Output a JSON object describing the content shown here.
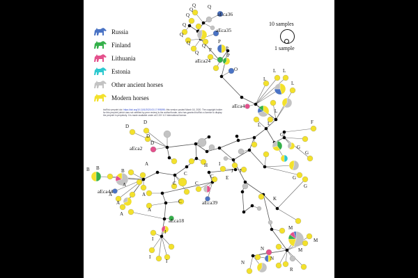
{
  "legend": [
    {
      "label": "Russia",
      "color": "#4a73c4",
      "icon": "horse-icon"
    },
    {
      "label": "Finland",
      "color": "#35b04a",
      "icon": "horse-icon"
    },
    {
      "label": "Lithuania",
      "color": "#e4508c",
      "icon": "horse-icon"
    },
    {
      "label": "Estonia",
      "color": "#2ec8cf",
      "icon": "horse-icon"
    },
    {
      "label": "Other ancient horses",
      "color": "#c3c3c3",
      "icon": "horse-icon"
    },
    {
      "label": "Modern horses",
      "color": "#f3e12c",
      "icon": "horse-icon"
    }
  ],
  "scale": {
    "large_label": "10 samples",
    "small_label": "1 sample"
  },
  "note": {
    "prefix": "bioRxiv preprint doi:",
    "link": "https://doi.org/10.1101/2020.03.17.995095",
    "suffix": "; this version posted March 18, 2020. The copyright holder for this preprint (which was not certified by peer review) is the author/funder, who has granted bioRxiv a license to display the preprint in perpetuity. It is made available under aCC-BY 4.0 International license."
  },
  "sample_labels": [
    "aEca36",
    "aEca35",
    "aEca24",
    "aEca4",
    "aEca2",
    "aEca44",
    "aEca39",
    "aEca18"
  ],
  "haplogroup_labels": [
    "Q",
    "Q",
    "Q",
    "Q",
    "Q",
    "Q",
    "Q",
    "Q",
    "Q",
    "P",
    "P",
    "P",
    "P",
    "O",
    "L",
    "L",
    "L",
    "L",
    "L",
    "L",
    "L",
    "F",
    "G",
    "G",
    "G",
    "G",
    "G",
    "D",
    "D",
    "D",
    "D",
    "H",
    "I",
    "J",
    "J",
    "E",
    "B",
    "B",
    "B",
    "A",
    "A",
    "A",
    "A",
    "A",
    "A",
    "A",
    "C",
    "C",
    "C",
    "C",
    "C",
    "K",
    "I",
    "I",
    "I",
    "I",
    "M",
    "M",
    "M",
    "N",
    "N",
    "N",
    "R"
  ]
}
